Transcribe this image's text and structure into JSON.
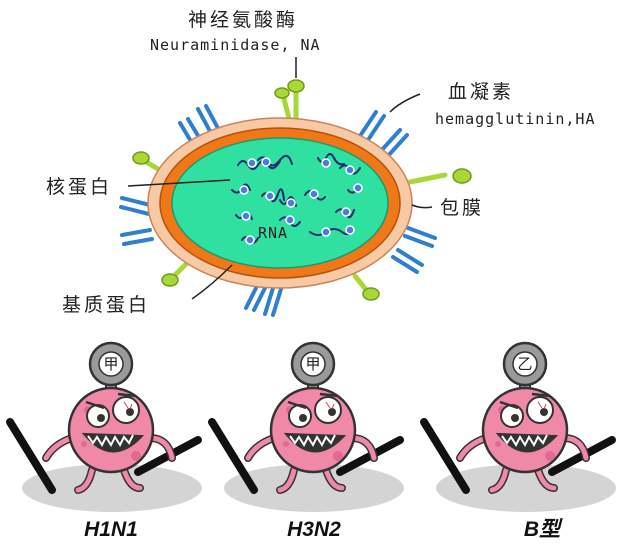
{
  "virus": {
    "labels": {
      "neuraminidase_cn": "神经氨酸酶",
      "neuraminidase_en": "Neuraminidase, NA",
      "hemagglutinin_cn": "血凝素",
      "hemagglutinin_en": "hemagglutinin,HA",
      "nucleoprotein": "核蛋白",
      "envelope": "包膜",
      "matrix_protein": "基质蛋白",
      "rna": "RNA"
    },
    "colors": {
      "core": "#2fe0a0",
      "inner_ring": "#f07818",
      "outer_ring": "#f7c9a4",
      "ha_spike": "#2f7fd0",
      "na_spike": "#a8d838",
      "rna_strand": "#1c2c70",
      "nucleoprotein": "#4a7be0"
    }
  },
  "strains": [
    {
      "badge": "甲",
      "label": "H1N1"
    },
    {
      "badge": "甲",
      "label": "H3N2"
    },
    {
      "badge": "乙",
      "label": "B型"
    }
  ],
  "character_colors": {
    "body": "#f088a8",
    "outline": "#333333",
    "badge": "#9a9a9a",
    "shadow": "#d4d4d4",
    "stick": "#111111"
  }
}
